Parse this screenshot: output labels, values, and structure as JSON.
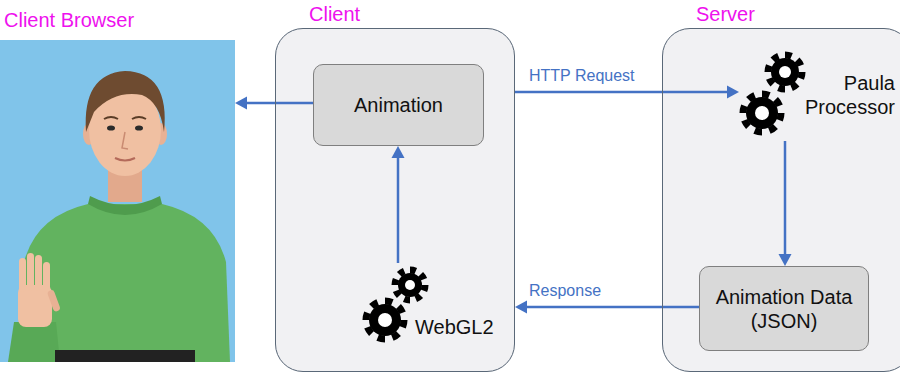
{
  "diagram": {
    "nodes": [
      {
        "text": [
          "Client Browser"
        ]
      },
      {
        "text": [
          "Client"
        ]
      },
      {
        "text": [
          "Animation"
        ],
        "in": 1
      },
      {
        "text": [
          "WebGL2"
        ],
        "in": 1
      },
      {
        "text": [
          "Server"
        ]
      },
      {
        "text": [
          "Paula Processor"
        ],
        "in": 4
      },
      {
        "text": [
          "Animation Data (JSON)"
        ],
        "in": 4
      }
    ],
    "edges": [
      {
        "from": 2,
        "to": 0,
        "arrow": "to"
      },
      {
        "from": 1,
        "to": 5,
        "label": "HTTP Request",
        "arrow": "to"
      },
      {
        "from": 5,
        "to": 6,
        "arrow": "to"
      },
      {
        "from": 6,
        "to": 1,
        "label": "Response",
        "arrow": "to"
      },
      {
        "from": 3,
        "to": 2,
        "arrow": "to"
      }
    ]
  }
}
